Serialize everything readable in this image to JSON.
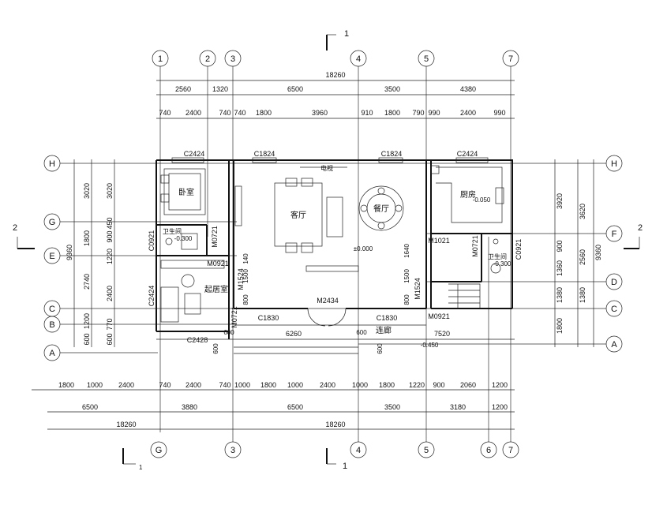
{
  "section_marks": {
    "top": "1",
    "bottom": "1",
    "left": "2",
    "right": "2",
    "bottom_left": "1"
  },
  "grid_columns": {
    "top": [
      "1",
      "2",
      "3",
      "4",
      "5",
      "7"
    ],
    "bottom": [
      "G",
      "3",
      "4",
      "5",
      "6",
      "7"
    ]
  },
  "grid_rows": {
    "left": [
      "H",
      "G",
      "E",
      "C",
      "B",
      "A"
    ],
    "right": [
      "H",
      "F",
      "D",
      "C",
      "A"
    ]
  },
  "top_dims": {
    "total": "18260",
    "row2": [
      "2560",
      "1320",
      "6500",
      "3500",
      "4380"
    ],
    "row3": [
      "740",
      "2400",
      "740",
      "740",
      "1800",
      "3960",
      "910",
      "1800",
      "790",
      "990",
      "2400",
      "990"
    ]
  },
  "bottom_dims": {
    "row1": [
      "1800",
      "1000",
      "2400",
      "740",
      "2400",
      "740",
      "1000",
      "1800",
      "1000",
      "2400",
      "1000",
      "1800",
      "1220",
      "900",
      "2060",
      "1200"
    ],
    "row2": [
      "6500",
      "3880",
      "6500",
      "3500",
      "3180",
      "1200"
    ],
    "row3": [
      "18260",
      "18260"
    ]
  },
  "left_dims": {
    "outer": "9360",
    "middle": [
      "3020",
      "1800",
      "2740",
      "1200",
      "600"
    ],
    "inner": [
      "3020",
      "900",
      "450",
      "1220",
      "2400",
      "770",
      "600"
    ]
  },
  "right_dims": {
    "inner": [
      "3920",
      "900",
      "1360",
      "1380",
      "1800"
    ],
    "outer_mid": [
      "3620",
      "2560",
      "1380"
    ],
    "outer": "9360"
  },
  "windows": [
    "C2424",
    "C1824",
    "C1824",
    "C2424",
    "C0921",
    "C2424",
    "C1830",
    "C1830",
    "C2428",
    "C0921"
  ],
  "doors": [
    "M0721",
    "M0921",
    "M1524",
    "M0721",
    "M2434",
    "M1524",
    "M1021",
    "M0721",
    "M0921"
  ],
  "rooms": {
    "bedroom": "卧室",
    "living": "客厅",
    "dining": "餐厅",
    "kitchen": "厨房",
    "bath_left": "卫生间",
    "bath_right": "卫生间",
    "family_room": "起居室",
    "corridor": "连廊"
  },
  "levels": {
    "bath_left": "-0.300",
    "kitchen": "-0.050",
    "bath_right": "-0.300",
    "main": "±0.000",
    "outdoor": "-0.450"
  },
  "misc": {
    "tv_label": "电视",
    "door_dims": [
      "1500",
      "1500",
      "800",
      "800",
      "1640",
      "140",
      "600",
      "600",
      "600",
      "600"
    ],
    "corridor_dims": [
      "6260",
      "7520"
    ]
  }
}
